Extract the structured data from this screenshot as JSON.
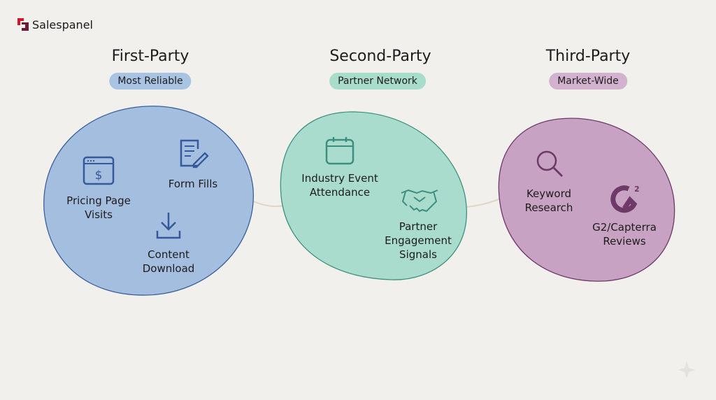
{
  "brand": {
    "name": "Salespanel"
  },
  "colors": {
    "first": "#a4bedf",
    "second": "#a9dccd",
    "third": "#c8a2c2"
  },
  "columns": [
    {
      "title": "First-Party",
      "badge": "Most Reliable",
      "items": [
        {
          "label": "Pricing Page Visits",
          "icon": "browser-dollar-icon"
        },
        {
          "label": "Form Fills",
          "icon": "document-edit-icon"
        },
        {
          "label": "Content Download",
          "icon": "download-icon"
        }
      ]
    },
    {
      "title": "Second-Party",
      "badge": "Partner Network",
      "items": [
        {
          "label": "Industry Event Attendance",
          "icon": "calendar-icon"
        },
        {
          "label": "Partner Engagement Signals",
          "icon": "handshake-icon"
        }
      ]
    },
    {
      "title": "Third-Party",
      "badge": "Market-Wide",
      "items": [
        {
          "label": "Keyword Research",
          "icon": "search-icon"
        },
        {
          "label": "G2/Capterra Reviews",
          "icon": "g2-logo-icon"
        }
      ]
    }
  ]
}
